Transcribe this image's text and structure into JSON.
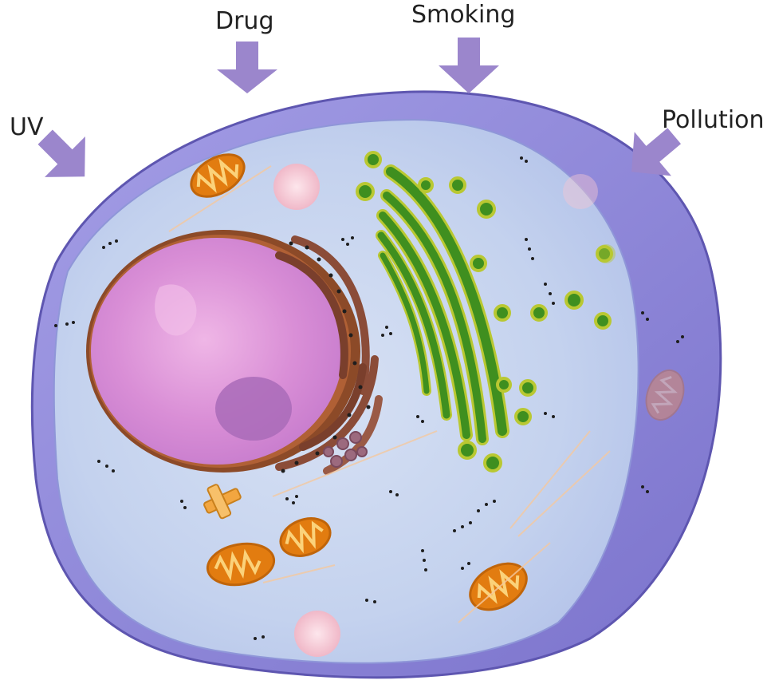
{
  "factors": [
    {
      "id": "drug",
      "label": "Drug"
    },
    {
      "id": "smoking",
      "label": "Smoking"
    },
    {
      "id": "uv",
      "label": "UV"
    },
    {
      "id": "pollution",
      "label": "Pollution"
    }
  ],
  "colors": {
    "arrow": "#9b86cc",
    "membrane": "#8c85d8",
    "cytoplasm": "#c9d6ee",
    "nucleus": "#d78fd6",
    "nucleolus": "#a86cb8",
    "nuclear_envelope": "#9a5a3a",
    "golgi": "#3f8f1f",
    "golgi_edge": "#b9c832",
    "mitochondria": "#ec8a1a",
    "mitochondria_inner": "#fbd27a",
    "lysosome": "#f4c6d2"
  },
  "icons": {
    "arrow": "down-arrow-icon"
  }
}
